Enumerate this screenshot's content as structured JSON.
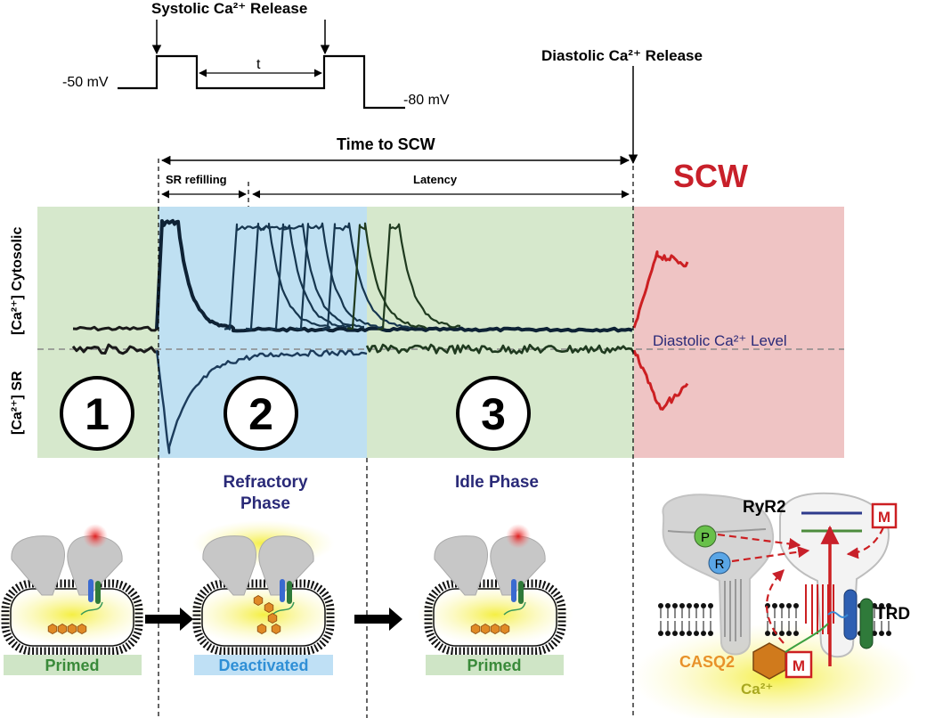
{
  "protocol": {
    "systolic_release": "Systolic Ca²⁺ Release",
    "diastolic_release": "Diastolic Ca²⁺ Release",
    "v_hold": "-50 mV",
    "v_rest": "-80 mV",
    "interval": "t"
  },
  "timeline": {
    "time_to_scw": "Time to SCW",
    "sr_refilling": "SR refilling",
    "latency": "Latency"
  },
  "panel": {
    "scw": "SCW",
    "ylabel_cyto": "[Ca²⁺] Cytosolic",
    "ylabel_sr": "[Ca²⁺] SR",
    "diastolic_level": "Diastolic Ca²⁺ Level",
    "phase_numbers": [
      "1",
      "2",
      "3"
    ]
  },
  "phases": {
    "refractory": "Refractory\nPhase",
    "idle": "Idle Phase"
  },
  "states": {
    "primed_1": "Primed",
    "deactivated": "Deactivated",
    "primed_2": "Primed"
  },
  "ryr2_model": {
    "title": "RyR2",
    "p": "P",
    "r": "R",
    "m": "M",
    "trd": "TRD",
    "casq2": "CASQ2",
    "ca": "Ca²⁺"
  },
  "colors": {
    "green_bg": "#d6e8cc",
    "blue_bg": "#bfe0f2",
    "red_bg": "#efc4c4",
    "scw_red": "#c8202a",
    "navy_text": "#2a2a78",
    "primed_green": "#3a8a3a",
    "deactivated_blue": "#2f8fd6"
  }
}
